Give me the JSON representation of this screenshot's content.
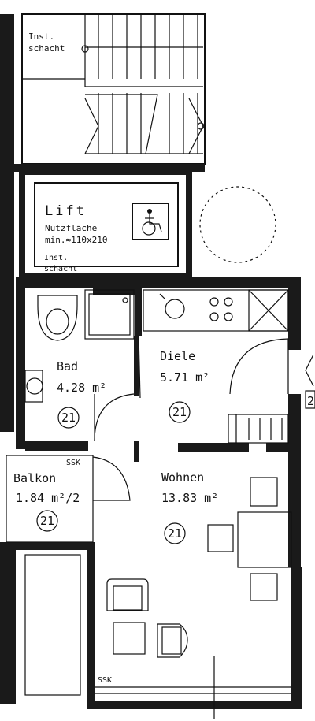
{
  "shaft_top": {
    "line1": "Inst.",
    "line2": "schacht"
  },
  "lift": {
    "title": "Lift",
    "subtitle": "Nutzfläche",
    "min_size": "min.≈110x210",
    "icon": "wheelchair-icon"
  },
  "shaft_bottom": {
    "line1": "Inst.",
    "line2": "schacht"
  },
  "rooms": {
    "bad": {
      "name": "Bad",
      "area": "4.28 m²",
      "code": "21"
    },
    "diele": {
      "name": "Diele",
      "area": "5.71 m²",
      "code": "21"
    },
    "balkon": {
      "name": "Balkon",
      "area": "1.84 m²/2",
      "code": "21"
    },
    "wohnen": {
      "name": "Wohnen",
      "area": "13.83 m²",
      "code": "21"
    }
  },
  "ssk_top": "SSK",
  "ssk_bottom": "SSK",
  "edge_mark": "2"
}
